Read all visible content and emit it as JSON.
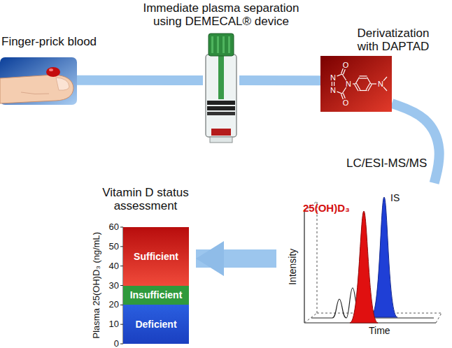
{
  "diagram": {
    "nodes": [
      {
        "text": [
          "Finger-prick blood"
        ]
      },
      {
        "text": [
          "Immediate plasma separation using DEMECAL® device"
        ]
      },
      {
        "text": [
          "Derivatization with DAPTAD"
        ]
      },
      {
        "text": [
          "LC/ESI-MS/MS"
        ]
      },
      {
        "text": [
          "Vitamin D status assessment"
        ]
      },
      {
        "text": [
          "Sufficient"
        ],
        "in": 4
      },
      {
        "text": [
          "Insufficient"
        ],
        "in": 4
      },
      {
        "text": [
          "Deficient"
        ],
        "in": 4
      }
    ],
    "edges": [
      {
        "from": 0,
        "to": 1,
        "arrow": "none"
      },
      {
        "from": 1,
        "to": 2,
        "arrow": "none"
      },
      {
        "from": 2,
        "to": 3,
        "arrow": "none"
      },
      {
        "from": 3,
        "to": 4,
        "arrow": "to"
      }
    ],
    "labels": [
      "O",
      "N",
      "N",
      "N",
      "O",
      "N",
      "25(OH)D₃",
      "IS",
      "Intensity",
      "Time",
      "Plasma 25(OH)D₃ (ng/mL)",
      "60",
      "50",
      "40",
      "30",
      "20",
      "10",
      "0"
    ]
  }
}
